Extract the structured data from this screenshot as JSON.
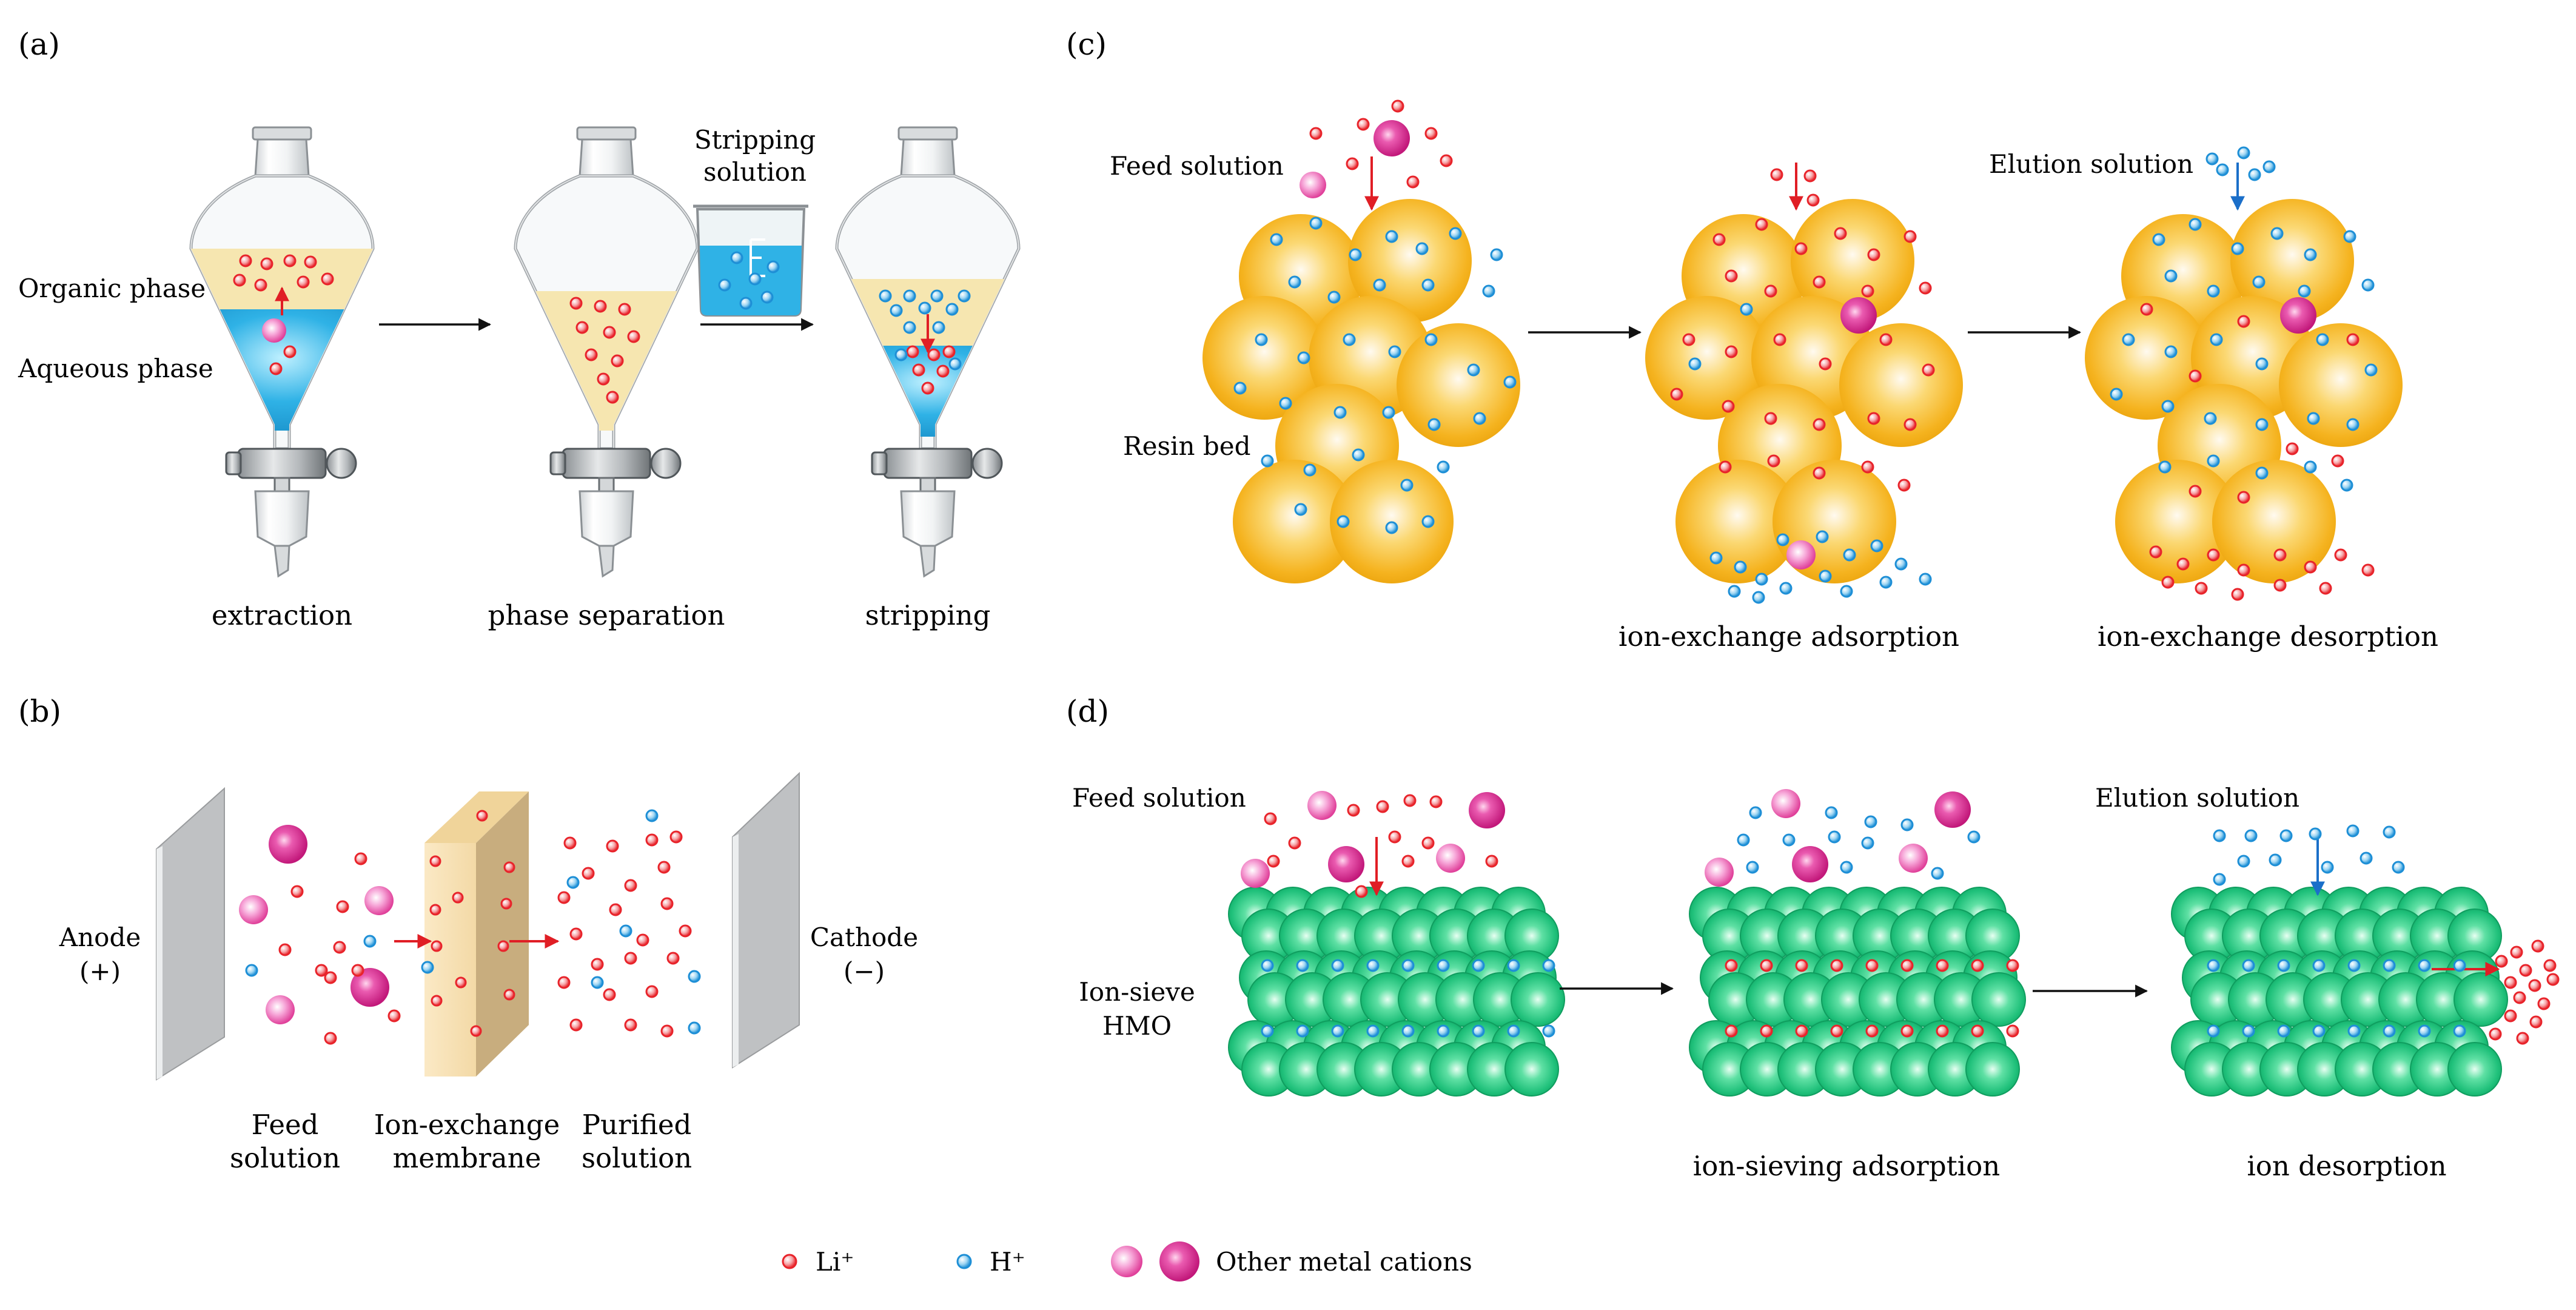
{
  "panels": {
    "a": {
      "letter": "(a)",
      "organic_phase": "Organic phase",
      "aqueous_phase": "Aqueous phase",
      "stripping_solution": [
        "Stripping",
        "solution"
      ],
      "captions": [
        "extraction",
        "phase separation",
        "stripping"
      ]
    },
    "b": {
      "letter": "(b)",
      "anode": [
        "Anode",
        "(+)"
      ],
      "cathode": [
        "Cathode",
        "(−)"
      ],
      "captions": [
        [
          "Feed",
          "solution"
        ],
        [
          "Ion-exchange",
          "membrane"
        ],
        [
          "Purified",
          "solution"
        ]
      ]
    },
    "c": {
      "letter": "(c)",
      "feed_solution": "Feed solution",
      "elution_solution": "Elution solution",
      "resin_bed": "Resin bed",
      "captions": [
        "ion-exchange adsorption",
        "ion-exchange desorption"
      ]
    },
    "d": {
      "letter": "(d)",
      "feed_solution": "Feed solution",
      "elution_solution": "Elution solution",
      "ion_sieve": [
        "Ion-sieve",
        "HMO"
      ],
      "captions": [
        "ion-sieving adsorption",
        "ion desorption"
      ]
    }
  },
  "legend": {
    "li": "Li⁺",
    "h": "H⁺",
    "other": "Other metal cations"
  },
  "colors": {
    "li": "#e8242b",
    "h": "#1e8fd6",
    "other_metal": "#e0409a",
    "resin": "#f5b31f",
    "hmo": "#1fc07a",
    "organic": "#f6e6b0",
    "aqueous": "#2fb2e6",
    "arrow_red": "#e01e25",
    "arrow_blue": "#1b6fc9"
  }
}
